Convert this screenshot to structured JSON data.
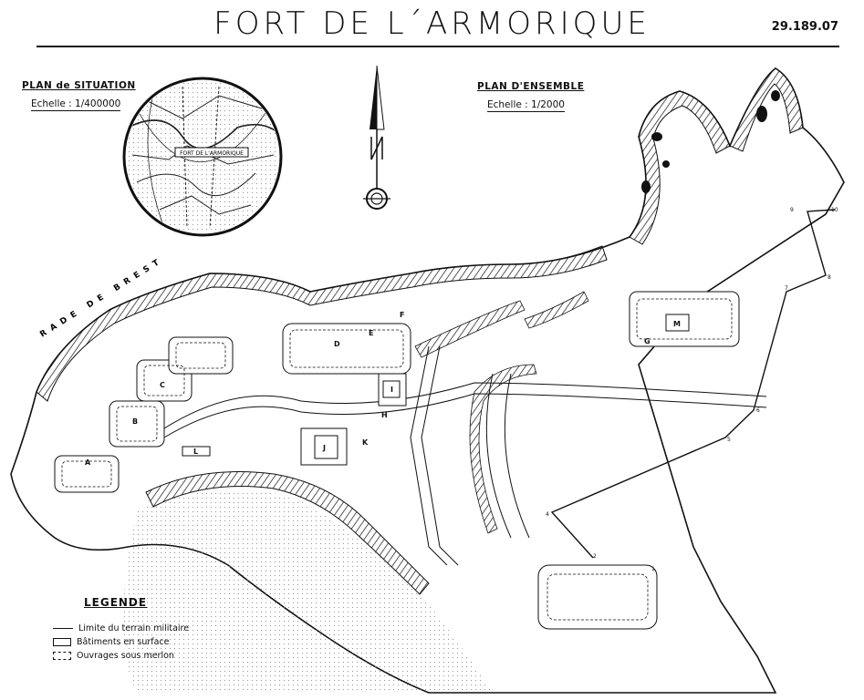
{
  "title": "FORT DE L´ARMORIQUE",
  "reference": "29.189.07",
  "situation": {
    "caption": "PLAN de SITUATION",
    "scale": "Echelle : 1/400000",
    "inset_label": "FORT DE L'ARMORIQUE"
  },
  "ensemble": {
    "caption": "PLAN D'ENSEMBLE",
    "scale": "Echelle : 1/2000"
  },
  "water_label": "RADE DE BREST",
  "building_labels": [
    "A",
    "B",
    "C",
    "D",
    "E",
    "F",
    "G",
    "H",
    "I",
    "J",
    "K",
    "L",
    "M"
  ],
  "boundary_markers": [
    "1",
    "2",
    "3",
    "4",
    "5",
    "6",
    "7",
    "8",
    "9",
    "10"
  ],
  "legend": {
    "title": "LEGENDE",
    "items": [
      {
        "symbol": "line",
        "label": "Limite du terrain militaire"
      },
      {
        "symbol": "box",
        "label": "Bâtiments en surface"
      },
      {
        "symbol": "dashed-box",
        "label": "Ouvrages sous merlon"
      }
    ]
  },
  "colors": {
    "ink": "#111111",
    "paper": "#ffffff",
    "shade": "#d9d9d9"
  }
}
